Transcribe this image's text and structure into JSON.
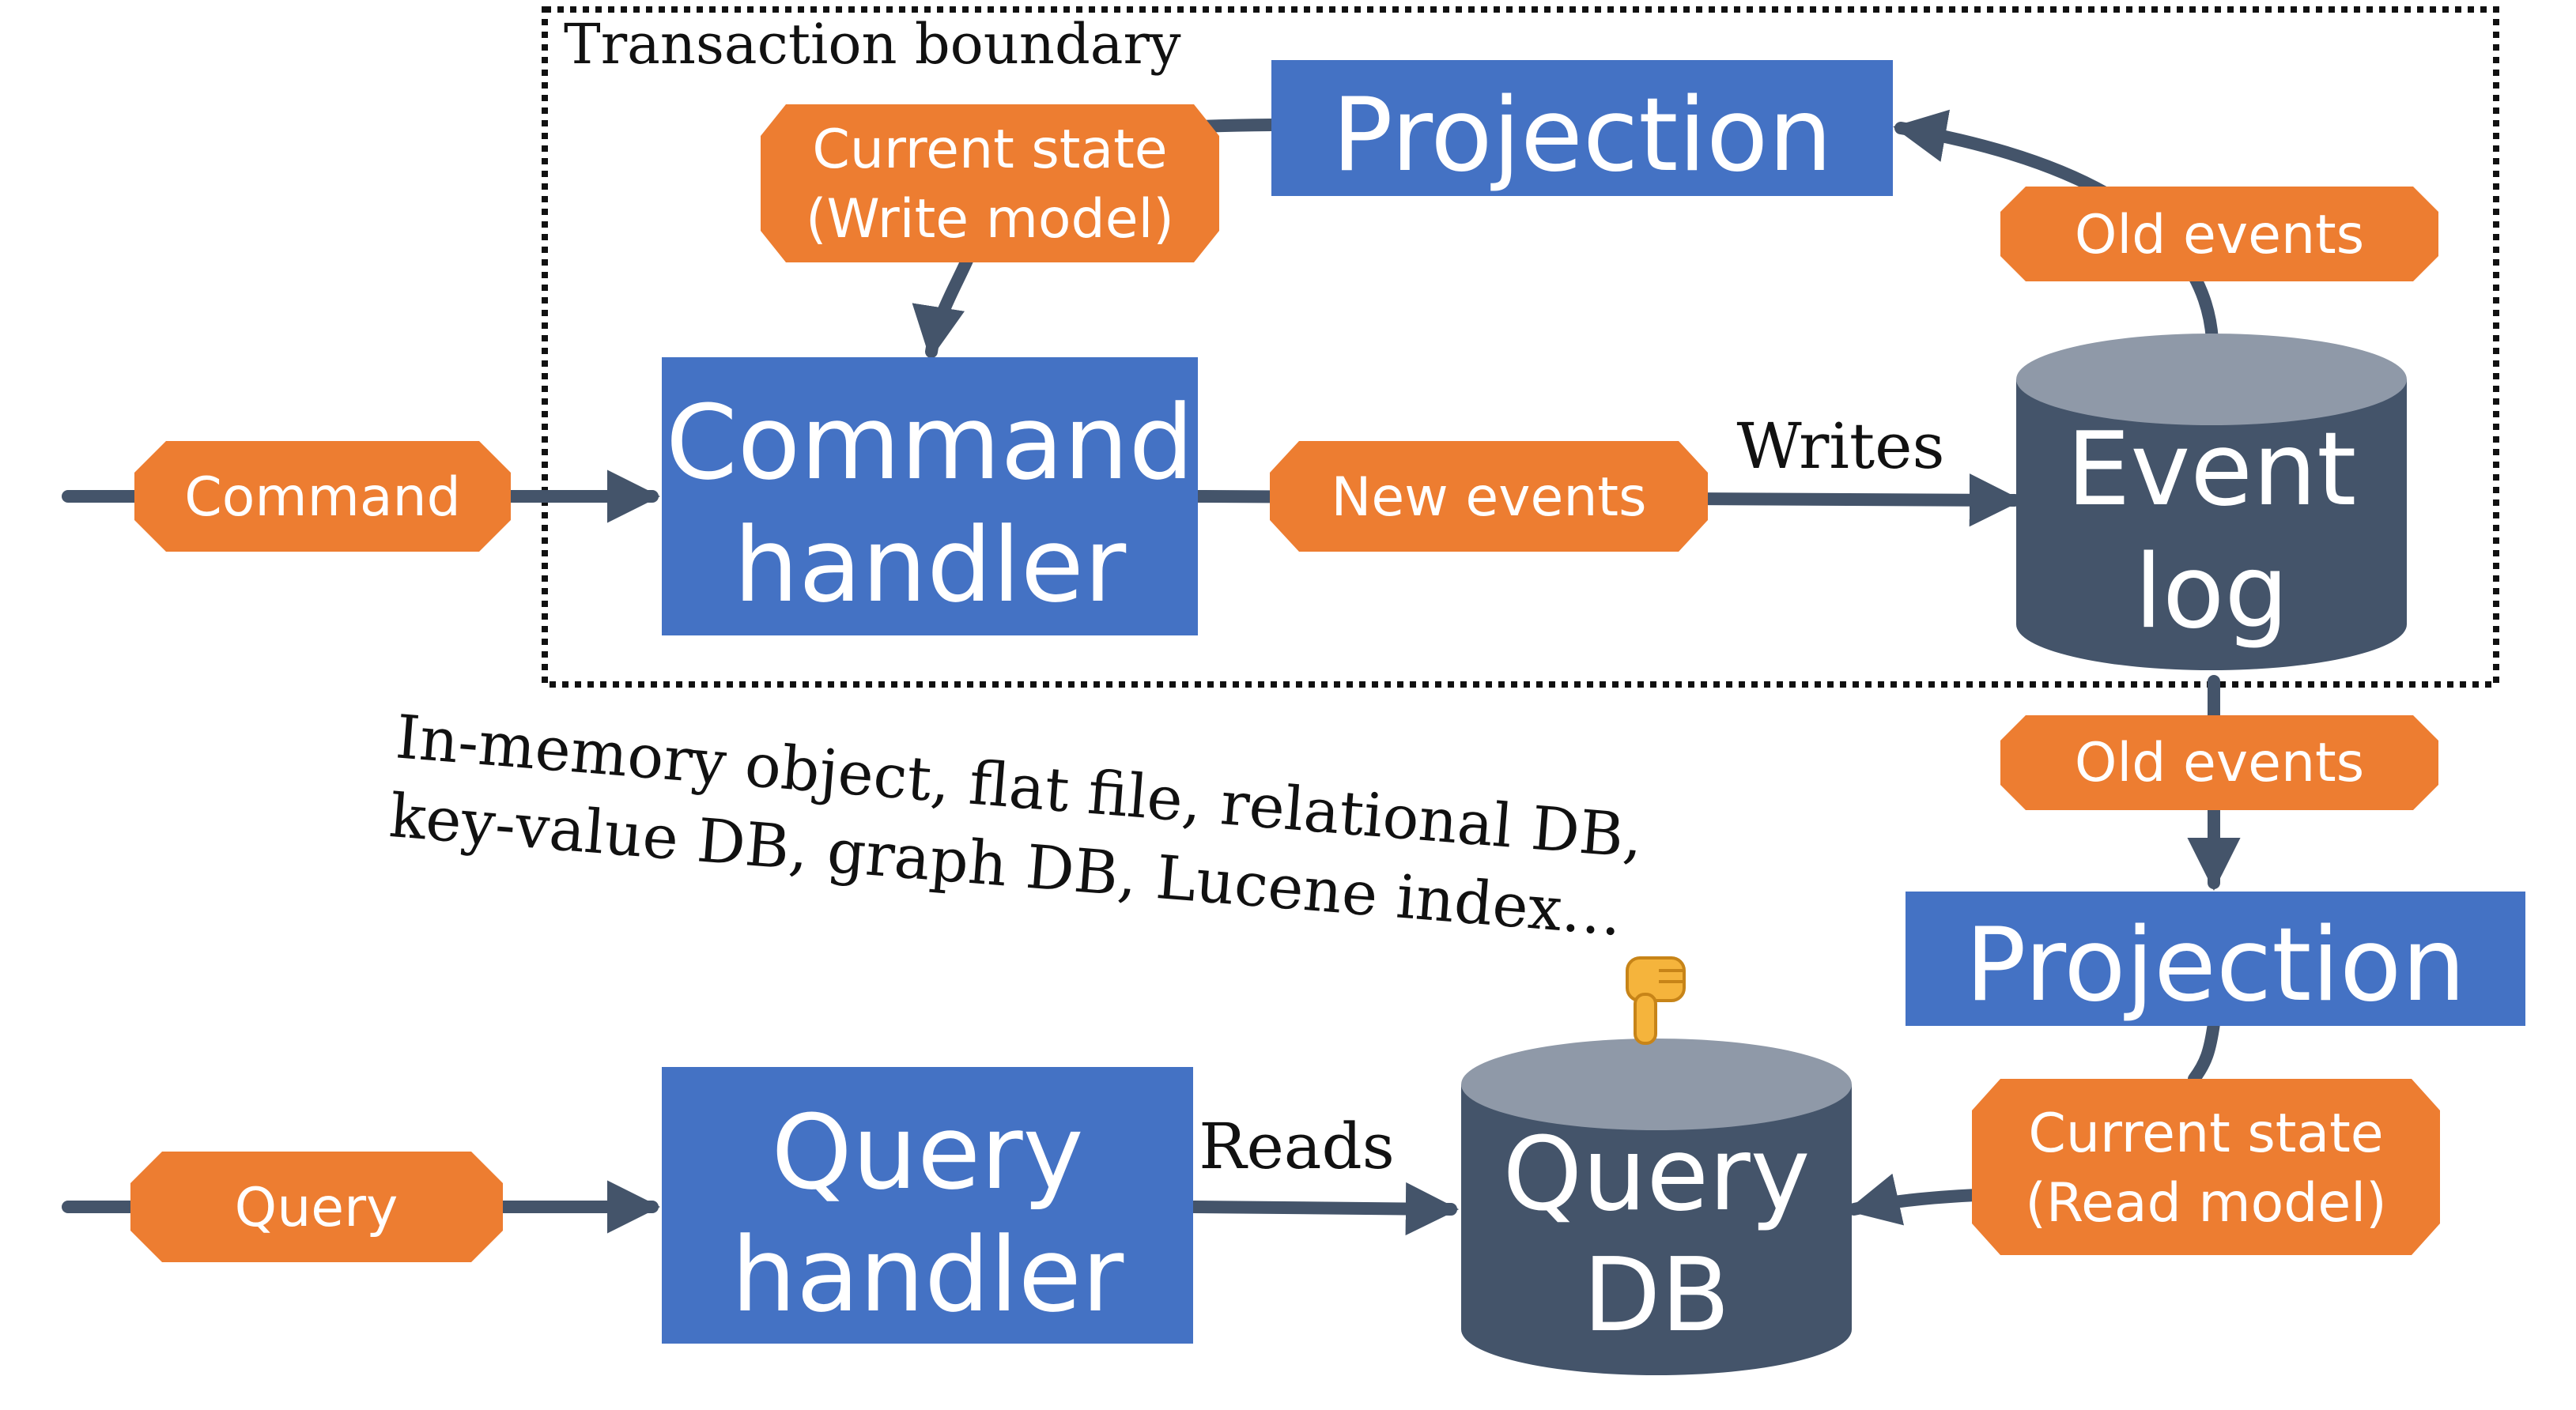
{
  "colors": {
    "blue": "#4472c4",
    "orange": "#ed7d31",
    "dark": "#44546a",
    "cylinder_top": "#8f99a8",
    "arrow": "#44546a",
    "text_light": "#ffffff",
    "text_dark": "#111111"
  },
  "boundary": {
    "label": "Transaction boundary"
  },
  "boxes": {
    "projection_top": "Projection",
    "command_handler_line1": "Command",
    "command_handler_line2": "handler",
    "projection_bottom": "Projection",
    "query_handler_line1": "Query",
    "query_handler_line2": "handler"
  },
  "databases": {
    "event_log_line1": "Event",
    "event_log_line2": "log",
    "query_db_line1": "Query",
    "query_db_line2": "DB"
  },
  "messages": {
    "command": "Command",
    "query": "Query",
    "new_events": "New events",
    "old_events_top": "Old events",
    "old_events_bottom": "Old events",
    "current_state_write_line1": "Current state",
    "current_state_write_line2": "(Write model)",
    "current_state_read_line1": "Current state",
    "current_state_read_line2": "(Read model)"
  },
  "edge_labels": {
    "writes": "Writes",
    "reads": "Reads"
  },
  "annotation": {
    "line1": "In-memory object, flat file, relational DB,",
    "line2": "key-value DB, graph DB, Lucene index…",
    "icon": "pointing-down-hand-icon"
  }
}
